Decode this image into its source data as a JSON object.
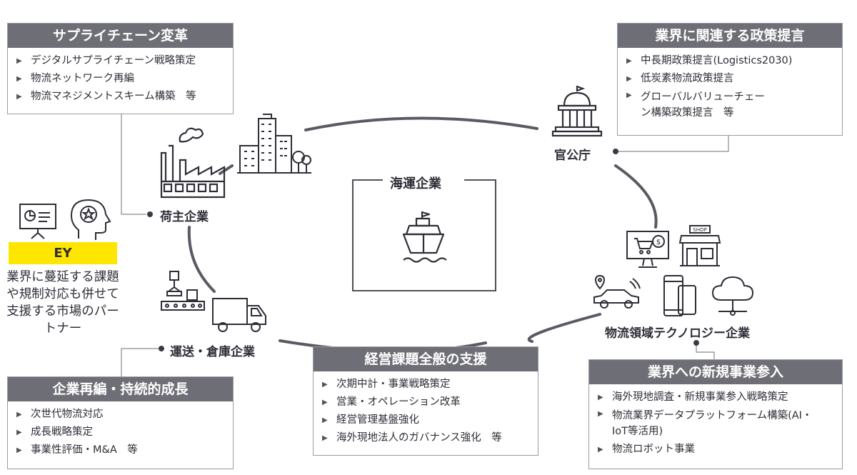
{
  "center": {
    "label": "海運企業"
  },
  "nodes": {
    "shipper": "荷主企業",
    "government": "官公庁",
    "logistics_tech": "物流領域テクノロジー企業",
    "transport": "運送・倉庫企業"
  },
  "ey": {
    "badge": "EY",
    "description": "業界に蔓延する課題や規制対応も併せて支援する市場のパートナー"
  },
  "boxes": {
    "supply_chain": {
      "title": "サプライチェーン変革",
      "items": [
        "デジタルサプライチェーン戦略策定",
        "物流ネットワーク再編",
        "物流マネジメントスキーム構築　等"
      ]
    },
    "policy": {
      "title": "業界に関連する政策提言",
      "items": [
        "中長期政策提言(Logistics2030)",
        "低炭素物流政策提言",
        "グローバルバリューチェーン構築政策提言　等"
      ]
    },
    "reorg": {
      "title": "企業再編・持続的成長",
      "items": [
        "次世代物流対応",
        "成長戦略策定",
        "事業性評価・M&A　等"
      ]
    },
    "management": {
      "title": "経営課題全般の支援",
      "items": [
        "次期中計・事業戦略策定",
        "営業・オペレーション改革",
        "経営管理基盤強化",
        "海外現地法人のガバナンス強化　等"
      ]
    },
    "new_business": {
      "title": "業界への新規事業参入",
      "items": [
        "海外現地調査・新規事業参入戦略策定",
        "物流業界データプラットフォーム構築(AI・IoT等活用)",
        "物流ロボット事業"
      ]
    }
  },
  "icons": {
    "shop_sign": "SHOP",
    "coin": "$"
  },
  "colors": {
    "accent": "#ffe600",
    "title_bg": "#6e6e76",
    "line": "#5a5a64",
    "text": "#2e2e38"
  }
}
